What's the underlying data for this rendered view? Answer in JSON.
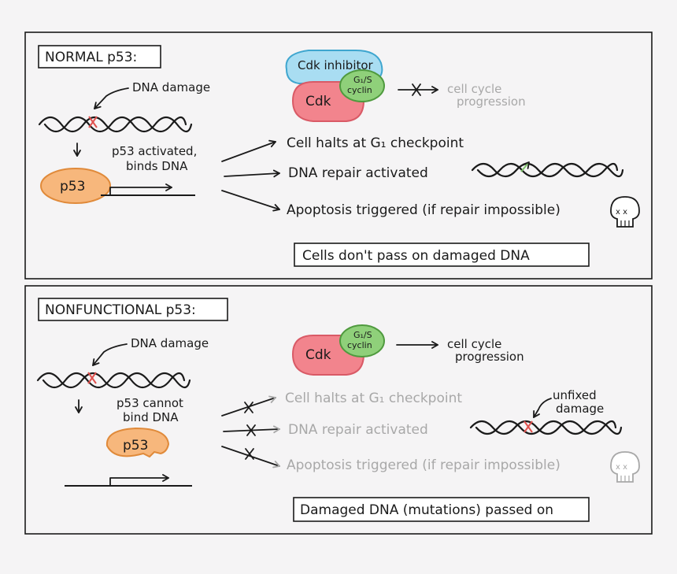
{
  "normal": {
    "heading": "NORMAL p53:",
    "dna_damage": "DNA damage",
    "p53": "p53",
    "activated_line1": "p53 activated,",
    "activated_line2": "binds DNA",
    "cdk_inhibitor": "Cdk inhibitor",
    "cdk": "Cdk",
    "cyclin_line1": "G₁/S",
    "cyclin_line2": "cyclin",
    "progression_line1": "cell cycle",
    "progression_line2": "progression",
    "outcome1": "Cell halts at G₁ checkpoint",
    "outcome2": "DNA repair activated",
    "outcome3": "Apoptosis triggered (if repair impossible)",
    "conclusion": "Cells don't pass on damaged DNA"
  },
  "nonfunctional": {
    "heading": "NONFUNCTIONAL p53:",
    "dna_damage": "DNA damage",
    "p53": "p53",
    "cannot_line1": "p53 cannot",
    "cannot_line2": "bind DNA",
    "cdk": "Cdk",
    "cyclin_line1": "G₁/S",
    "cyclin_line2": "cyclin",
    "progression_line1": "cell cycle",
    "progression_line2": "progression",
    "outcome1": "Cell halts at G₁ checkpoint",
    "outcome2": "DNA repair activated",
    "outcome3": "Apoptosis triggered (if repair impossible)",
    "unfixed_line1": "unfixed",
    "unfixed_line2": "damage",
    "conclusion": "Damaged DNA (mutations) passed on"
  },
  "colors": {
    "p53_fill": "#f7b77c",
    "p53_stroke": "#e08a3a",
    "cdk_fill": "#f2848d",
    "cdk_stroke": "#d95a66",
    "cyclin_fill": "#8fd07a",
    "cyclin_stroke": "#4f9a3e",
    "inhibitor_fill": "#a9ddf2",
    "inhibitor_stroke": "#3fa6cf",
    "damage_mark": "#e0524f",
    "repair_mark": "#7fc36a"
  },
  "icons": [
    "skull-icon",
    "dna-helix-icon",
    "cross-icon",
    "arrow-icon"
  ]
}
